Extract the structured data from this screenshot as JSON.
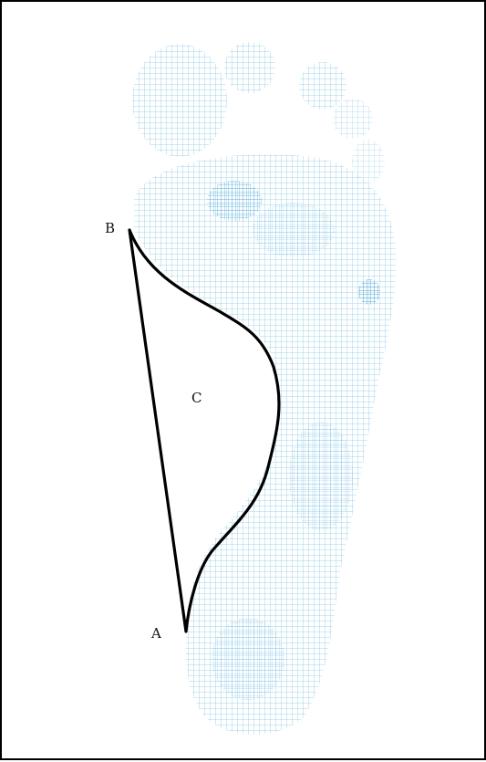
{
  "figure": {
    "labels": {
      "a": "A",
      "b": "B",
      "c": "C"
    },
    "colors": {
      "border": "#000000",
      "outline": "#000000",
      "footprint": "#7fc4e3",
      "footprint_dark": "#3a9bd0"
    }
  }
}
